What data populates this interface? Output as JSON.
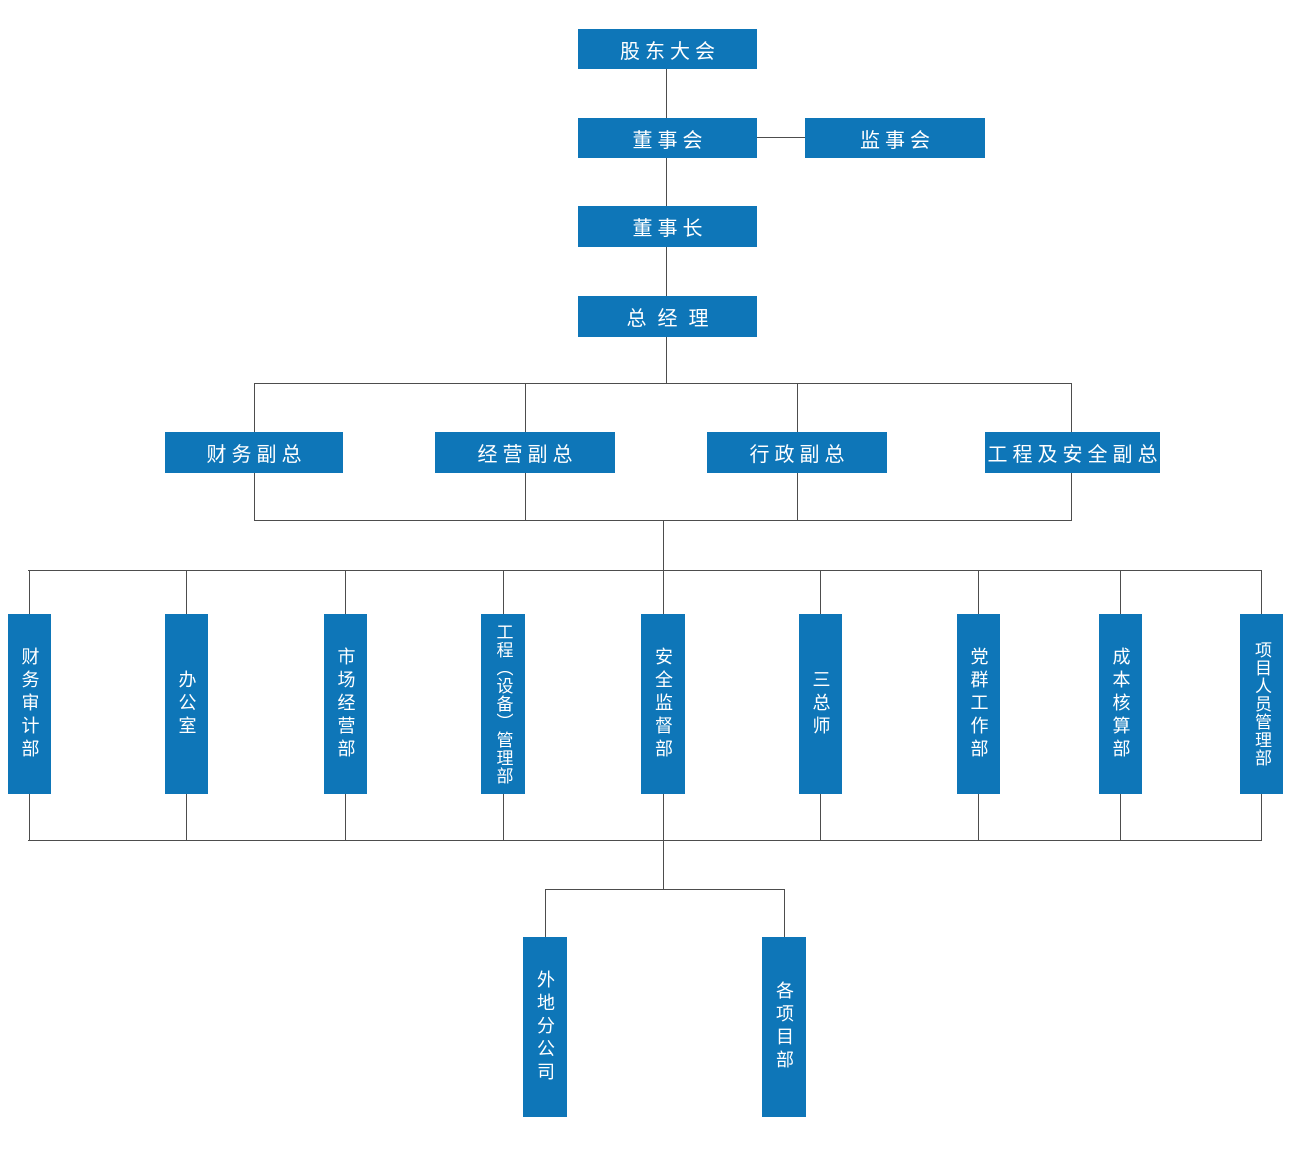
{
  "org_chart": {
    "type": "organization-chart",
    "background_color": "#FFFFFF",
    "node_fill_color": "#0E76B8",
    "node_text_color": "#FFFFFF",
    "connector_color": "#4D4D4D",
    "nodes": {
      "shareholders_meeting": "股东大会",
      "board_of_directors": "董事会",
      "supervisory_board": "监事会",
      "chairman": "董事长",
      "general_manager": "总经理",
      "vp_finance": "财务副总",
      "vp_operations": "经营副总",
      "vp_administration": "行政副总",
      "vp_engineering_safety": "工程及安全副总",
      "dept_finance_audit": "财务审计部",
      "dept_office": "办公室",
      "dept_market_operation": "市场经营部",
      "dept_engineering_equipment": "工程（设备）管理部",
      "dept_safety_supervision": "安全监督部",
      "dept_three_chief_engineers": "三总师",
      "dept_party_mass_work": "党群工作部",
      "dept_cost_accounting": "成本核算部",
      "dept_project_personnel": "项目人员管理部",
      "branch_remote_subsidiaries": "外地分公司",
      "branch_project_departments": "各项目部"
    },
    "levels": [
      [
        "shareholders_meeting"
      ],
      [
        "board_of_directors",
        "supervisory_board"
      ],
      [
        "chairman"
      ],
      [
        "general_manager"
      ],
      [
        "vp_finance",
        "vp_operations",
        "vp_administration",
        "vp_engineering_safety"
      ],
      [
        "dept_finance_audit",
        "dept_office",
        "dept_market_operation",
        "dept_engineering_equipment",
        "dept_safety_supervision",
        "dept_three_chief_engineers",
        "dept_party_mass_work",
        "dept_cost_accounting",
        "dept_project_personnel"
      ],
      [
        "branch_remote_subsidiaries",
        "branch_project_departments"
      ]
    ]
  }
}
